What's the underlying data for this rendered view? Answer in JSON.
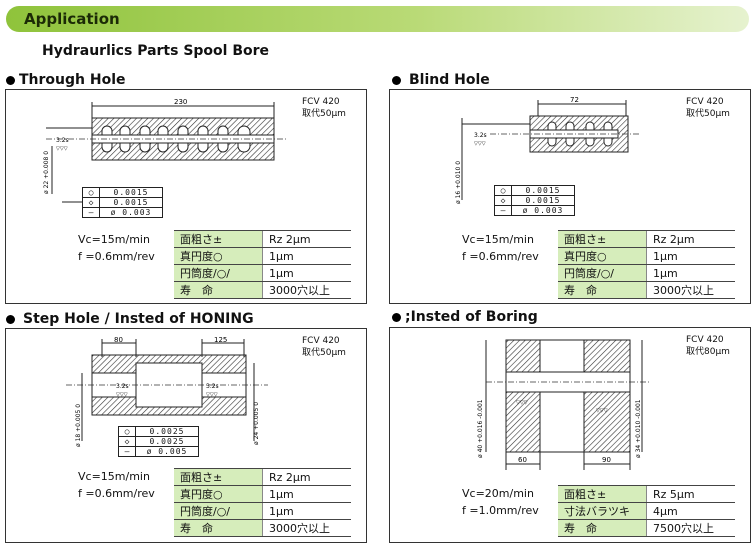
{
  "banner": {
    "title": "Application"
  },
  "subtitle": "Hydraurlics Parts Spool Bore",
  "sections": [
    {
      "title": "Through Hole",
      "fcv": [
        "FCV 420",
        "取代50μm"
      ],
      "dim": "230",
      "cond": [
        "Vc=15m/min",
        "f =0.6mm/rev"
      ],
      "tol": [
        "0.0015",
        "0.0015",
        "ø 0.003"
      ],
      "rows": [
        {
          "k": "面粗さ±",
          "v": "Rz 2μm"
        },
        {
          "k": "真円度○",
          "v": "1μm"
        },
        {
          "k": "円筒度/○/",
          "v": "1μm"
        },
        {
          "k": "寿　命",
          "v": "3000穴以上"
        }
      ]
    },
    {
      "title": "Blind Hole",
      "fcv": [
        "FCV 420",
        "取代50μm"
      ],
      "dim": "72",
      "cond": [
        "Vc=15m/min",
        "f =0.6mm/rev"
      ],
      "tol": [
        "0.0015",
        "0.0015",
        "ø 0.003"
      ],
      "rows": [
        {
          "k": "面粗さ±",
          "v": "Rz 2μm"
        },
        {
          "k": "真円度○",
          "v": "1μm"
        },
        {
          "k": "円筒度/○/",
          "v": "1μm"
        },
        {
          "k": "寿　命",
          "v": "3000穴以上"
        }
      ]
    },
    {
      "title": "Step Hole / Insted of HONING",
      "fcv": [
        "FCV 420",
        "取代50μm"
      ],
      "dim_a": "80",
      "dim_b": "125",
      "cond": [
        "Vc=15m/min",
        "f =0.6mm/rev"
      ],
      "tol": [
        "0.0025",
        "0.0025",
        "ø 0.005"
      ],
      "rows": [
        {
          "k": "面粗さ±",
          "v": "Rz 2μm"
        },
        {
          "k": "真円度○",
          "v": "1μm"
        },
        {
          "k": "円筒度/○/",
          "v": "1μm"
        },
        {
          "k": "寿　命",
          "v": "3000穴以上"
        }
      ]
    },
    {
      "title": ";Insted of Boring",
      "fcv": [
        "FCV 420",
        "取代80μm"
      ],
      "dim_a": "60",
      "dim_b": "90",
      "cond": [
        "Vc=20m/min",
        "f =1.0mm/rev"
      ],
      "rows": [
        {
          "k": "面粗さ±",
          "v": "Rz 5μm"
        },
        {
          "k": "寸法バラツキ",
          "v": "4μm"
        },
        {
          "k": "寿　命",
          "v": "7500穴以上"
        }
      ]
    }
  ],
  "colors": {
    "banner": "#8fc33b",
    "table_key_bg": "#d6edbb"
  }
}
